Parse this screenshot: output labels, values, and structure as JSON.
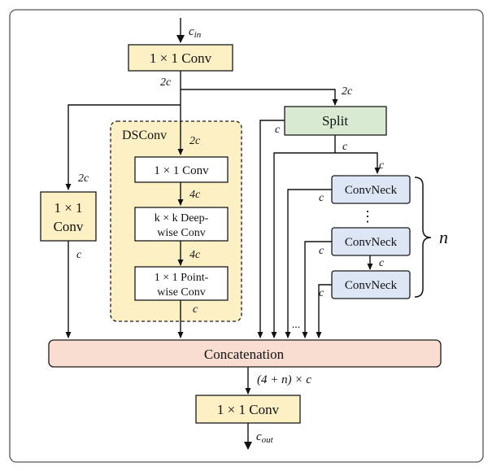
{
  "labels": {
    "c_in": "c",
    "c_in_sub": "in",
    "c_out": "c",
    "c_out_sub": "out",
    "conv_top": "1 × 1  Conv",
    "conv_left_line1": "1 × 1",
    "conv_left_line2": "Conv",
    "dsconv_title": "DSConv",
    "ds_conv1": "1 × 1  Conv",
    "ds_deep_line1": "k × k Deep-",
    "ds_deep_line2": "wise Conv",
    "ds_point_line1": "1 × 1  Point-",
    "ds_point_line2": "wise Conv",
    "split": "Split",
    "convneck_1": "ConvNeck",
    "convneck_2": "ConvNeck",
    "convneck_3": "ConvNeck",
    "vdots": "⋮",
    "hdots": "...",
    "brace_n": "n",
    "concat": "Concatenation",
    "conv_bottom": "1 × 1  Conv",
    "after_concat": "(4 + n) × c",
    "lbl_2c_top": "2c",
    "lbl_2c_right": "2c",
    "lbl_2c_ds": "2c",
    "lbl_2c_left": "2c",
    "lbl_4c_1": "4c",
    "lbl_4c_2": "4c",
    "lbl_c_ds_out": "c",
    "lbl_c_left_out": "c",
    "lbl_c_split_left": "c",
    "lbl_c_split_down": "c",
    "lbl_c_neck1": "c",
    "lbl_c_neck2": "c",
    "lbl_c_neck_mid": "c",
    "lbl_c_neck3": "c"
  },
  "colors": {
    "conv_fill": "#fdf0c4",
    "conv_border": "#1a1a1a",
    "dsconv_fill": "#fdf0c4",
    "dsconv_border": "#1a1a1a",
    "inner_fill": "#ffffff",
    "split_fill": "#d9ead3",
    "neck_fill": "#dde6f5",
    "concat_fill": "#f9ddd0"
  }
}
